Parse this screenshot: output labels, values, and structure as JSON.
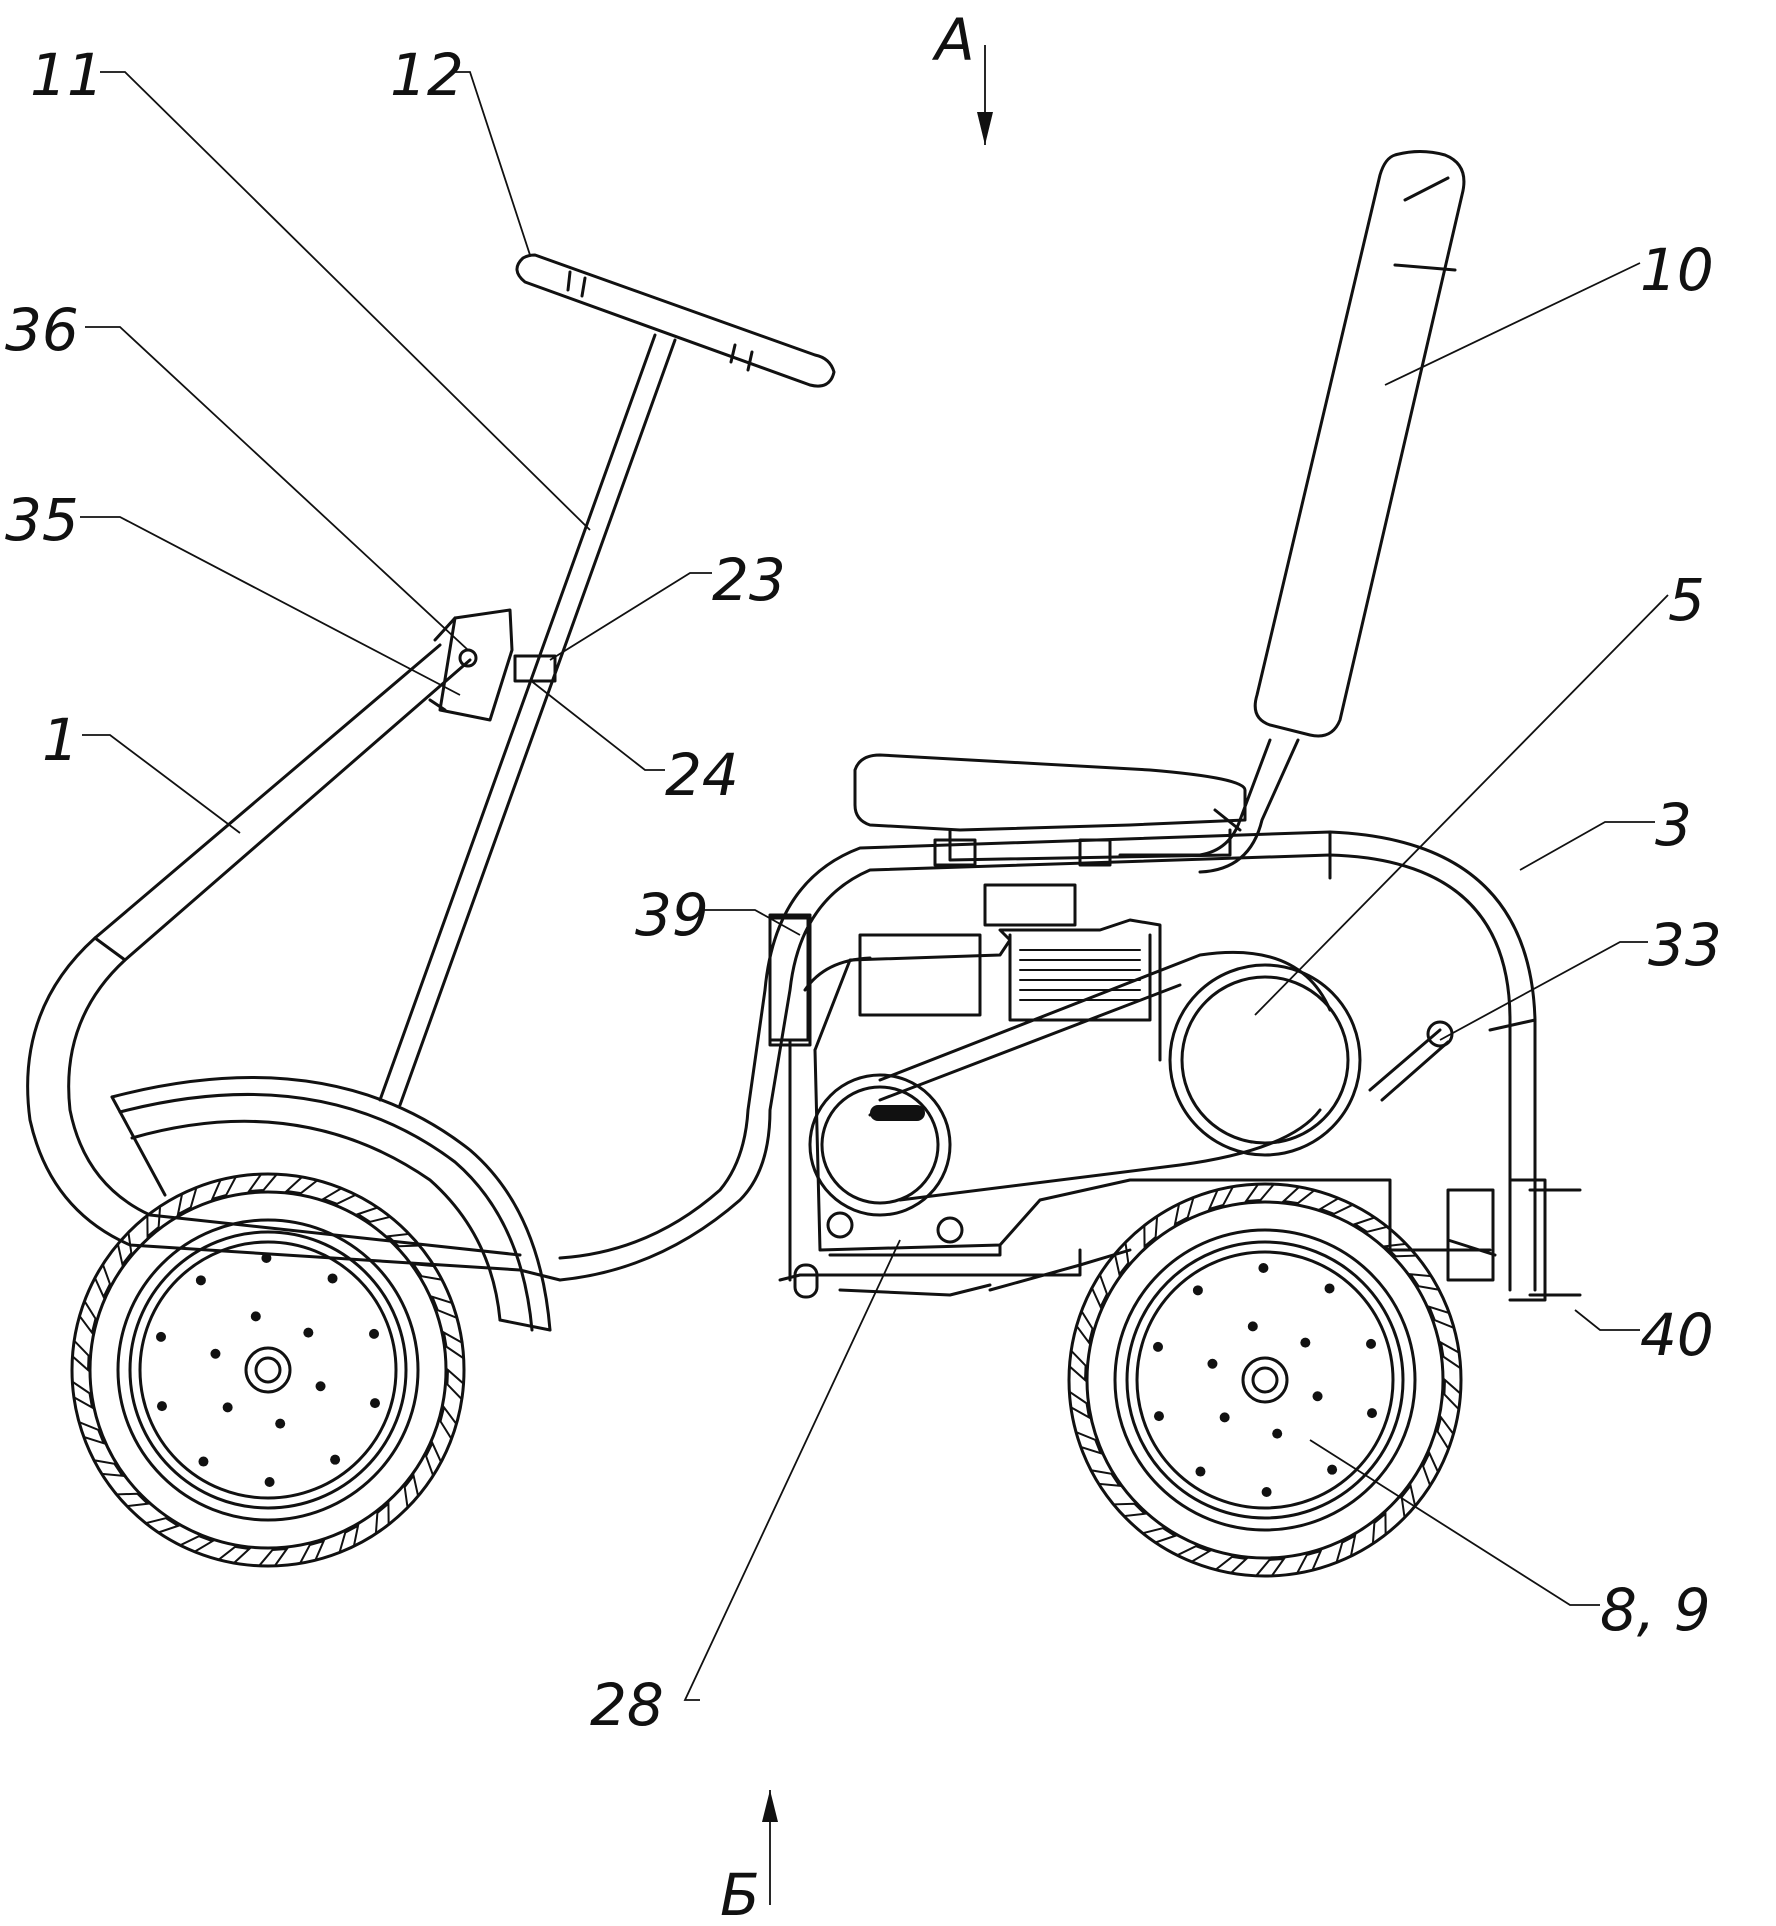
{
  "callouts": [
    {
      "id": "c11",
      "text": "11"
    },
    {
      "id": "c12",
      "text": "12"
    },
    {
      "id": "cA",
      "text": "A"
    },
    {
      "id": "c10",
      "text": "10"
    },
    {
      "id": "c36",
      "text": "36"
    },
    {
      "id": "c35",
      "text": "35"
    },
    {
      "id": "c23",
      "text": "23"
    },
    {
      "id": "c5",
      "text": "5"
    },
    {
      "id": "c1",
      "text": "1"
    },
    {
      "id": "c24",
      "text": "24"
    },
    {
      "id": "c3",
      "text": "3"
    },
    {
      "id": "c39",
      "text": "39"
    },
    {
      "id": "c33",
      "text": "33"
    },
    {
      "id": "c40",
      "text": "40"
    },
    {
      "id": "c89",
      "text": "8, 9"
    },
    {
      "id": "c28",
      "text": "28"
    },
    {
      "id": "cB",
      "text": "Б"
    }
  ],
  "colors": {
    "line": "#111111",
    "background": "#ffffff"
  }
}
